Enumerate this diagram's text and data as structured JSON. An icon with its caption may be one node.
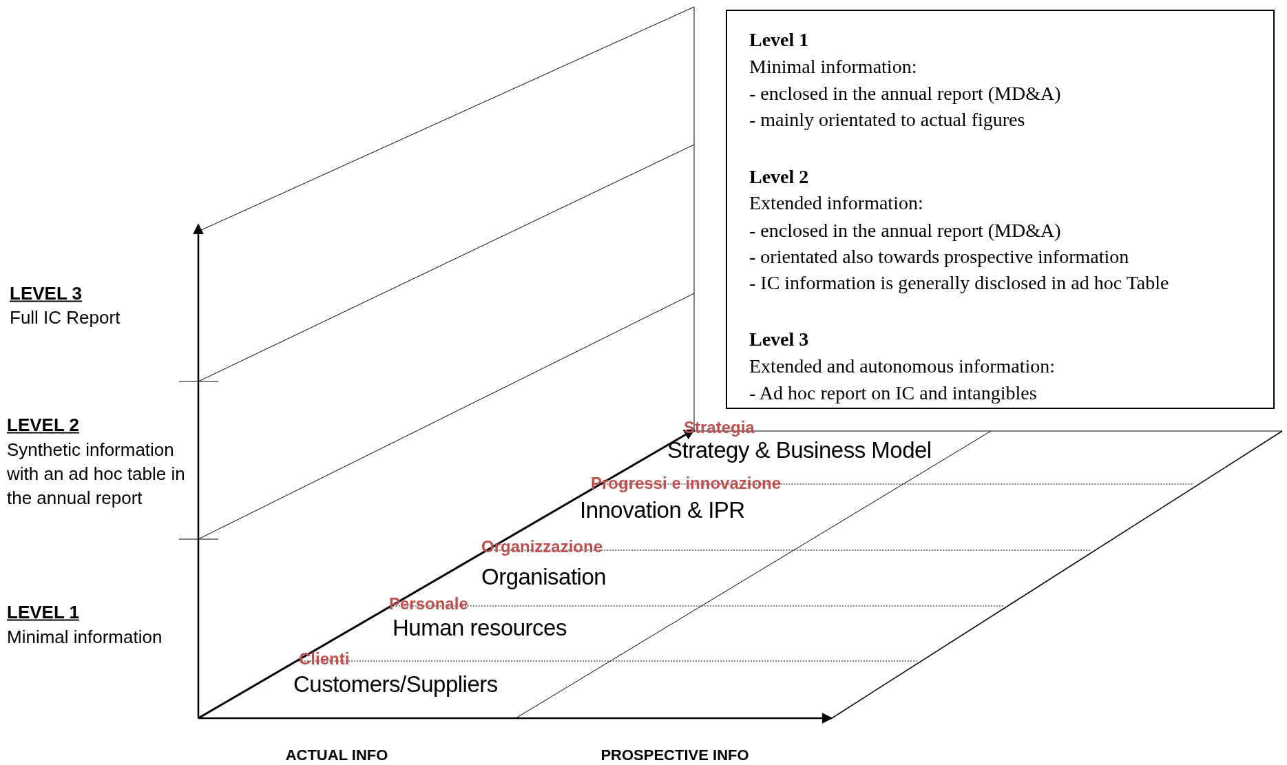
{
  "diagram": {
    "nodes": [
      {
        "text": [
          "Level 1",
          "Minimal information:",
          "- enclosed in the annual report (MD&A)",
          "- mainly orientated to actual figures",
          "Level 2",
          "Extended information:",
          "- enclosed in the annual report (MD&A)",
          "- orientated also towards prospective information",
          "- IC information is generally disclosed in ad hoc Table",
          "Level 3",
          "Extended and autonomous information:",
          "- Ad hoc report on IC and intangibles"
        ]
      }
    ],
    "labels": [
      "LEVEL 3",
      "Full IC Report",
      "LEVEL 2",
      "Synthetic information with an ad hoc table in the annual report",
      "LEVEL 1",
      "Minimal information",
      "Strategia",
      "Strategy & Business Model",
      "Progressi e innovazione",
      "Innovation & IPR",
      "Organizzazione",
      "Organisation",
      "Personale",
      "Human resources",
      "Clienti",
      "Customers/Suppliers",
      "ACTUAL INFO",
      "PROSPECTIVE INFO"
    ]
  }
}
